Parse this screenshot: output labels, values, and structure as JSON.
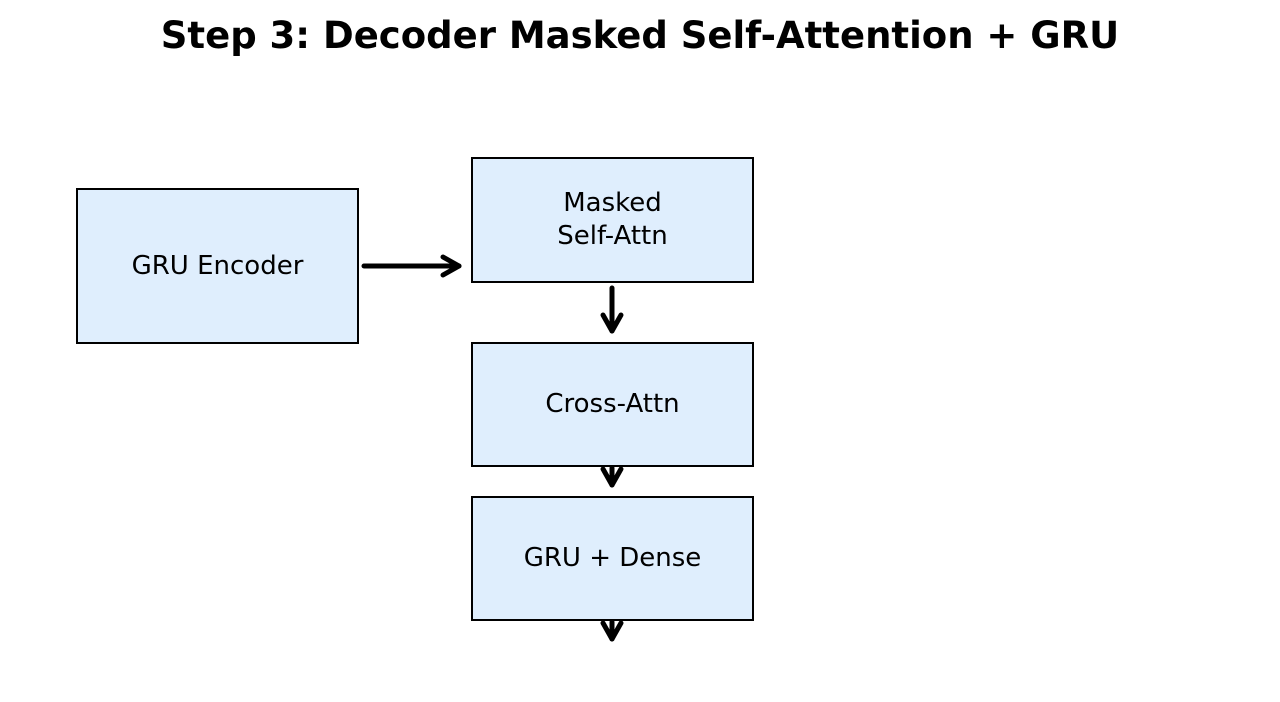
{
  "title": "Step 3: Decoder Masked Self-Attention + GRU",
  "nodes": {
    "encoder": {
      "label": "GRU Encoder"
    },
    "masked_self_attn": {
      "label": "Masked\nSelf-Attn"
    },
    "cross_attn": {
      "label": "Cross-Attn"
    },
    "gru_dense": {
      "label": "GRU + Dense"
    }
  },
  "edges": [
    {
      "from": "encoder",
      "to": "masked_self_attn"
    },
    {
      "from": "masked_self_attn",
      "to": "cross_attn"
    },
    {
      "from": "cross_attn",
      "to": "gru_dense"
    },
    {
      "from": "gru_dense",
      "to": "output"
    }
  ],
  "colors": {
    "box_fill": "#dfeefd",
    "stroke": "#000000"
  }
}
